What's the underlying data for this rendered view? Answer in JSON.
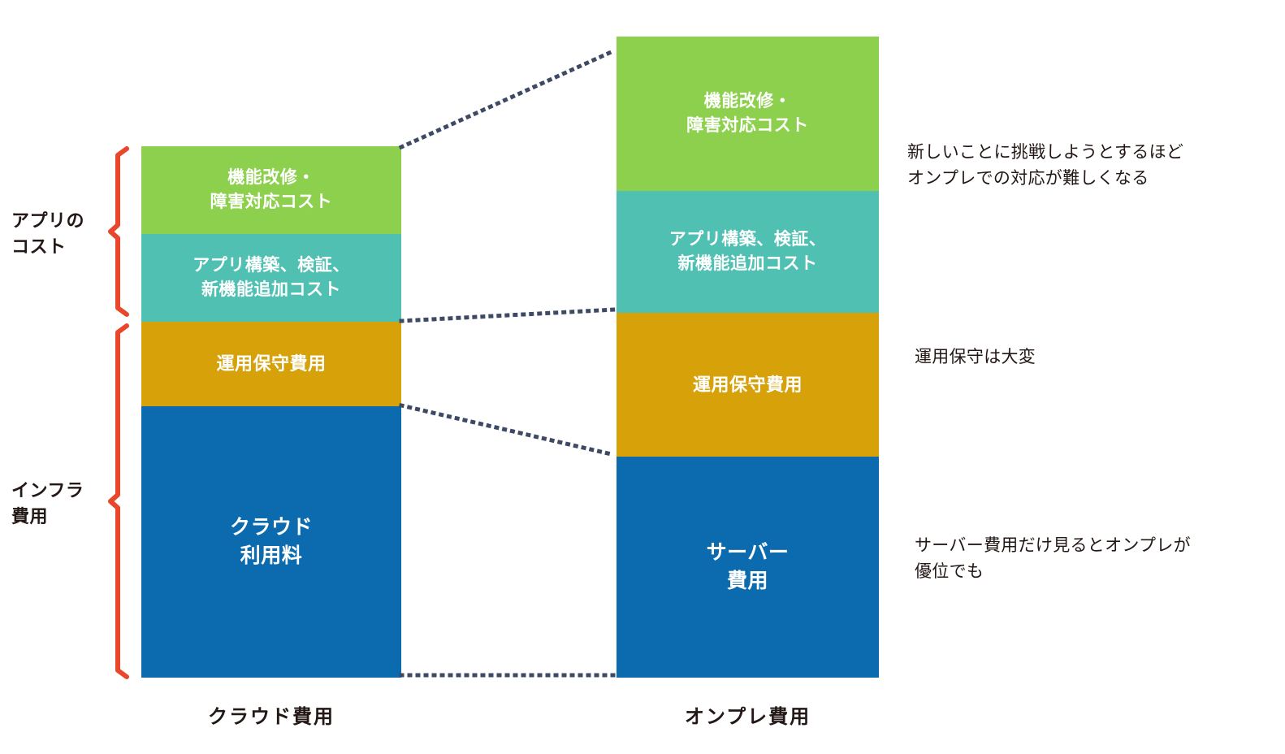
{
  "chart_data": {
    "type": "bar",
    "title": "",
    "xlabel": "",
    "ylabel": "",
    "stacked": true,
    "grid": false,
    "legend": "none",
    "categories": [
      "クラウド費用",
      "オンプレ費用"
    ],
    "series": [
      {
        "name": "機能改修・\n障害対応コスト",
        "color": "#8DD04E",
        "values": [
          108,
          190
        ],
        "unit": "px-height"
      },
      {
        "name": "アプリ構築、検証、\n新機能追加コスト",
        "color": "#4FC0B2",
        "values": [
          108,
          150
        ],
        "unit": "px-height"
      },
      {
        "name": "運用保守費用",
        "color": "#D6A109",
        "values": [
          104,
          177
        ],
        "unit": "px-height"
      },
      {
        "name": "クラウド\n利用料 / サーバー\n費用",
        "color": "#0B6BAE",
        "values": [
          334,
          272
        ],
        "unit": "px-height"
      }
    ],
    "totals": [
      654,
      789
    ]
  },
  "bars": {
    "cloud": {
      "axis_label": "クラウド費用",
      "segments": [
        {
          "id": "feature-fix",
          "label": "機能改修・\n障害対応コスト",
          "color": "#8DD04E"
        },
        {
          "id": "app-build",
          "label": "アプリ構築、検証、\n新機能追加コスト",
          "color": "#4FC0B2"
        },
        {
          "id": "ops-maint",
          "label": "運用保守費用",
          "color": "#D6A109"
        },
        {
          "id": "infra",
          "label": "クラウド\n利用料",
          "color": "#0B6BAE"
        }
      ]
    },
    "onprem": {
      "axis_label": "オンプレ費用",
      "segments": [
        {
          "id": "feature-fix",
          "label": "機能改修・\n障害対応コスト",
          "color": "#8DD04E"
        },
        {
          "id": "app-build",
          "label": "アプリ構築、検証、\n新機能追加コスト",
          "color": "#4FC0B2"
        },
        {
          "id": "ops-maint",
          "label": "運用保守費用",
          "color": "#D6A109"
        },
        {
          "id": "infra",
          "label": "サーバー\n費用",
          "color": "#0B6BAE"
        }
      ]
    }
  },
  "brackets": {
    "color": "#E8472B",
    "items": [
      {
        "id": "app-cost",
        "label": "アプリの\nコスト"
      },
      {
        "id": "infra-cost",
        "label": "インフラ\n費用"
      }
    ]
  },
  "annotations": [
    {
      "id": "challenge-note",
      "text": "新しいことに挑戦しようとするほど\nオンプレでの対応が難しくなる"
    },
    {
      "id": "ops-note",
      "text": "運用保守は大変"
    },
    {
      "id": "server-note",
      "text": "サーバー費用だけ見るとオンプレが\n優位でも"
    }
  ],
  "connector": {
    "color": "#3E4A63",
    "style": "dotted"
  }
}
